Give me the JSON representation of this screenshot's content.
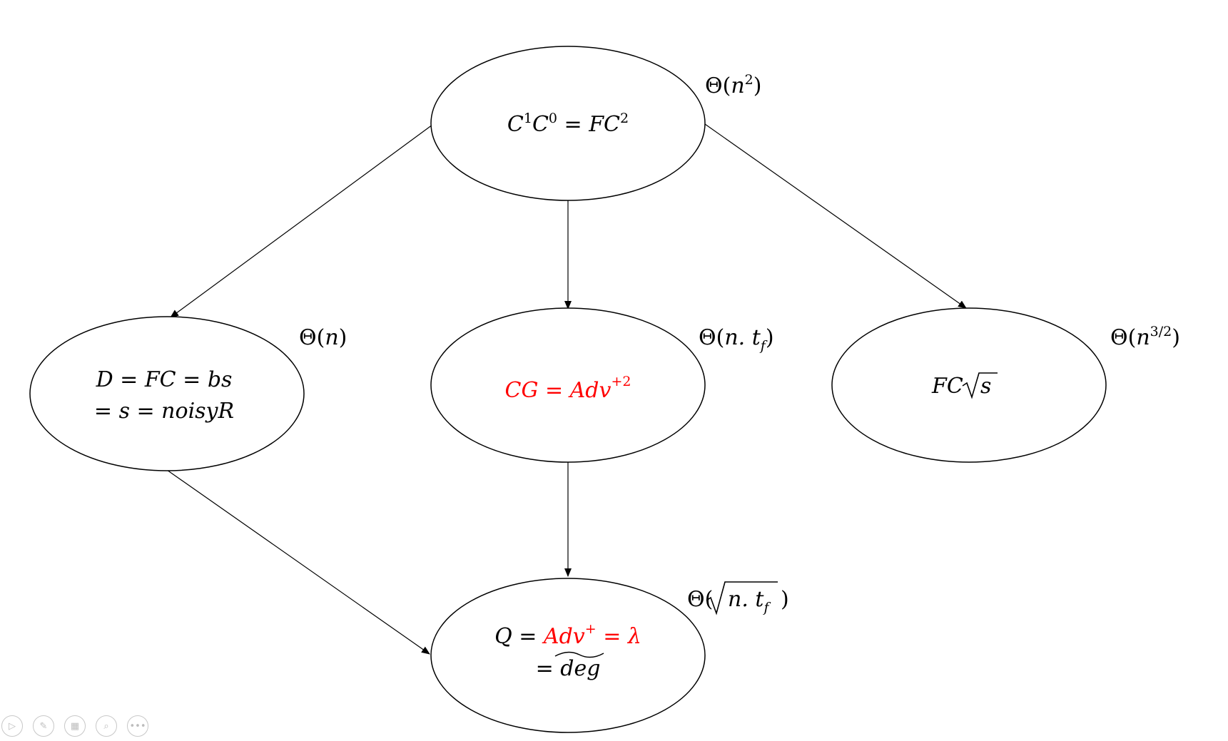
{
  "nodes": {
    "top": {
      "lhs": "C",
      "s1": "1",
      "mid": "C",
      "s2": "0",
      "eq": " = FC",
      "s3": "2"
    },
    "left": {
      "line1": "D = FC = bs",
      "line2": "= s = noisyR"
    },
    "center": {
      "text": "CG = Adv",
      "sup": "+2"
    },
    "right": {
      "pre": "FC",
      "rad": "s"
    },
    "bottom": {
      "q": "Q = ",
      "red": "Adv",
      "redsup": "+",
      "red2": " = λ",
      "line2pre": "= ",
      "line2": "deg"
    }
  },
  "complexities": {
    "top": {
      "pre": "Θ(",
      "var": "n",
      "sup": "2",
      "post": ")"
    },
    "left": {
      "pre": "Θ(",
      "var": "n",
      "post": ")"
    },
    "center": {
      "pre": "Θ(",
      "var": "n. t",
      "sub": "f",
      "post": ")"
    },
    "right": {
      "pre": "Θ(",
      "var": "n",
      "sup": "3/2",
      "post": ")"
    },
    "bottom": {
      "pre": "Θ(",
      "var": "n. t",
      "sub": "f",
      "post": ")"
    }
  },
  "colors": {
    "highlight": "#ff0000",
    "stroke": "#000000"
  },
  "toolbar": [
    "play-icon",
    "pen-icon",
    "slides-icon",
    "zoom-icon",
    "more-icon"
  ]
}
